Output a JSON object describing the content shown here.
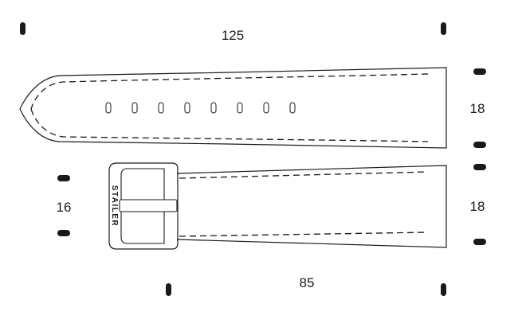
{
  "dimensions": {
    "top_length": "125",
    "bottom_length": "85",
    "long_piece_width": "18",
    "short_piece_width": "18",
    "buckle_width": "16"
  },
  "buckle": {
    "brand_text": "STAILER"
  },
  "strap": {
    "hole_count": 8
  },
  "colors": {
    "line": "#1a1a1a",
    "background": "#ffffff"
  }
}
